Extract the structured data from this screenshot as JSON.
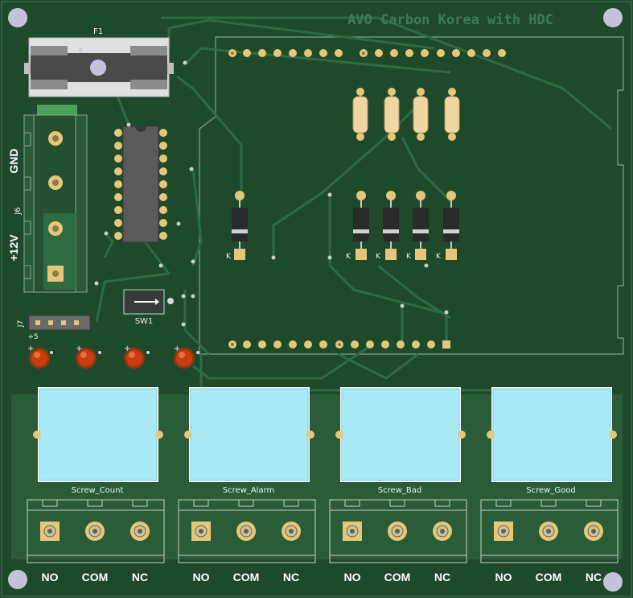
{
  "board_title": "AVO Carbon Korea with HDC",
  "fuse_ref": "F1",
  "power_connector_ref": "J6",
  "power_labels": {
    "gnd": "GND",
    "v12": "+12V"
  },
  "header_ref": "J7",
  "header_pin_label": "+5",
  "switch_ref": "SW1",
  "diode_marker": "K",
  "led_marker_plus": "+",
  "relays": [
    {
      "ref": "Screw_Count"
    },
    {
      "ref": "Screw_Alarm"
    },
    {
      "ref": "Screw_Bad"
    },
    {
      "ref": "Screw_Good"
    }
  ],
  "terminal_labels": [
    "NO",
    "COM",
    "NC"
  ],
  "colors": {
    "pcb": "#1f4a2c",
    "trace": "#2f6b40",
    "silkscreen": "#f0f0f0",
    "relay_body": "#aaeaf7",
    "pad_gold": "#e6c77a",
    "led": "#cc3a10"
  }
}
